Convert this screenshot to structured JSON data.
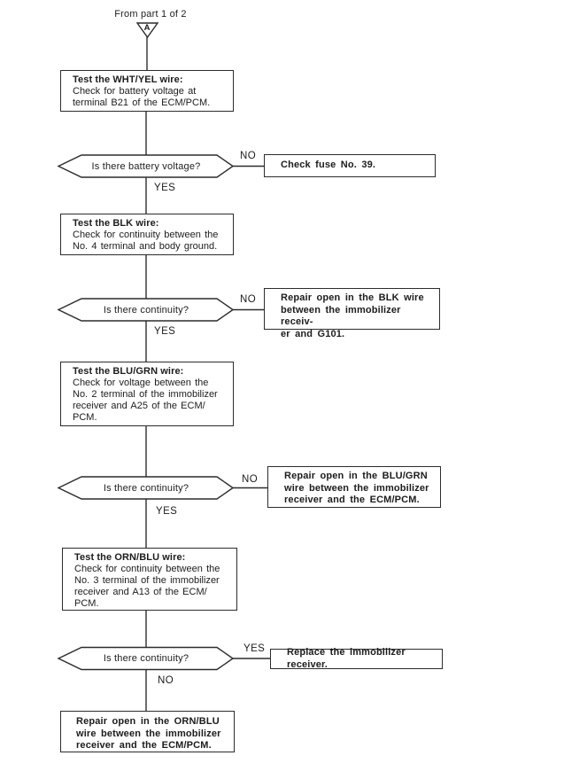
{
  "header": {
    "from_label": "From part 1 of 2",
    "connector_letter": "A"
  },
  "labels": {
    "yes": "YES",
    "no": "NO"
  },
  "nodes": {
    "test1": {
      "title": "Test the WHT/YEL wire:",
      "body": "Check for battery voltage at\nterminal B21 of the ECM/PCM."
    },
    "q1": {
      "text": "Is there battery voltage?"
    },
    "action1": {
      "text": "Check fuse No. 39."
    },
    "test2": {
      "title": "Test the BLK wire:",
      "body": "Check for continuity between the\nNo. 4 terminal and body ground."
    },
    "q2": {
      "text": "Is there continuity?"
    },
    "action2": {
      "text": "Repair open in the BLK wire\nbetween the immobilizer receiv-\ner and G101."
    },
    "test3": {
      "title": "Test the BLU/GRN wire:",
      "body": "Check for voltage between the\nNo. 2 terminal of the immobilizer\nreceiver and A25 of the ECM/\nPCM."
    },
    "q3": {
      "text": "Is there continuity?"
    },
    "action3": {
      "text": "Repair open in the BLU/GRN\nwire between the immobilizer\nreceiver and the ECM/PCM."
    },
    "test4": {
      "title": "Test the ORN/BLU wire:",
      "body": "Check for continuity between the\nNo. 3 terminal of the immobilizer\nreceiver and A13 of the ECM/\nPCM."
    },
    "q4": {
      "text": "Is there continuity?"
    },
    "action4": {
      "text": "Replace the immobilizer receiver."
    },
    "final": {
      "text": "Repair open in the ORN/BLU\nwire between the immobilizer\nreceiver and the ECM/PCM."
    }
  },
  "colors": {
    "ink": "#2c2c2c"
  }
}
